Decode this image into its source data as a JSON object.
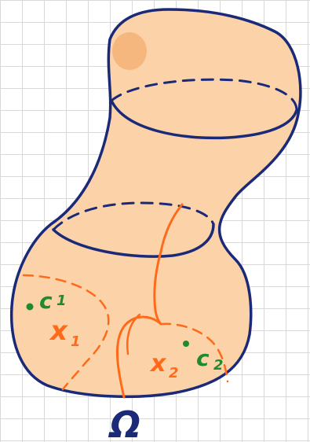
{
  "colors": {
    "grid": "#d9d9d9",
    "surface_fill": "#fcd3a8",
    "surface_spot": "#f5b47a",
    "outline": "#1b2a78",
    "orange_curve": "#ff6a1a",
    "green_point": "#1f8a2e",
    "orange_label": "#ff6a1a"
  },
  "labels": {
    "x1": "x",
    "x1_sub": "1",
    "x2": "x",
    "x2_sub": "2",
    "c1": "c",
    "c1_sub": "1",
    "c2": "c",
    "c2_sub": "2",
    "omega": "Ω"
  },
  "icons": {
    "point_marker": "dot"
  }
}
